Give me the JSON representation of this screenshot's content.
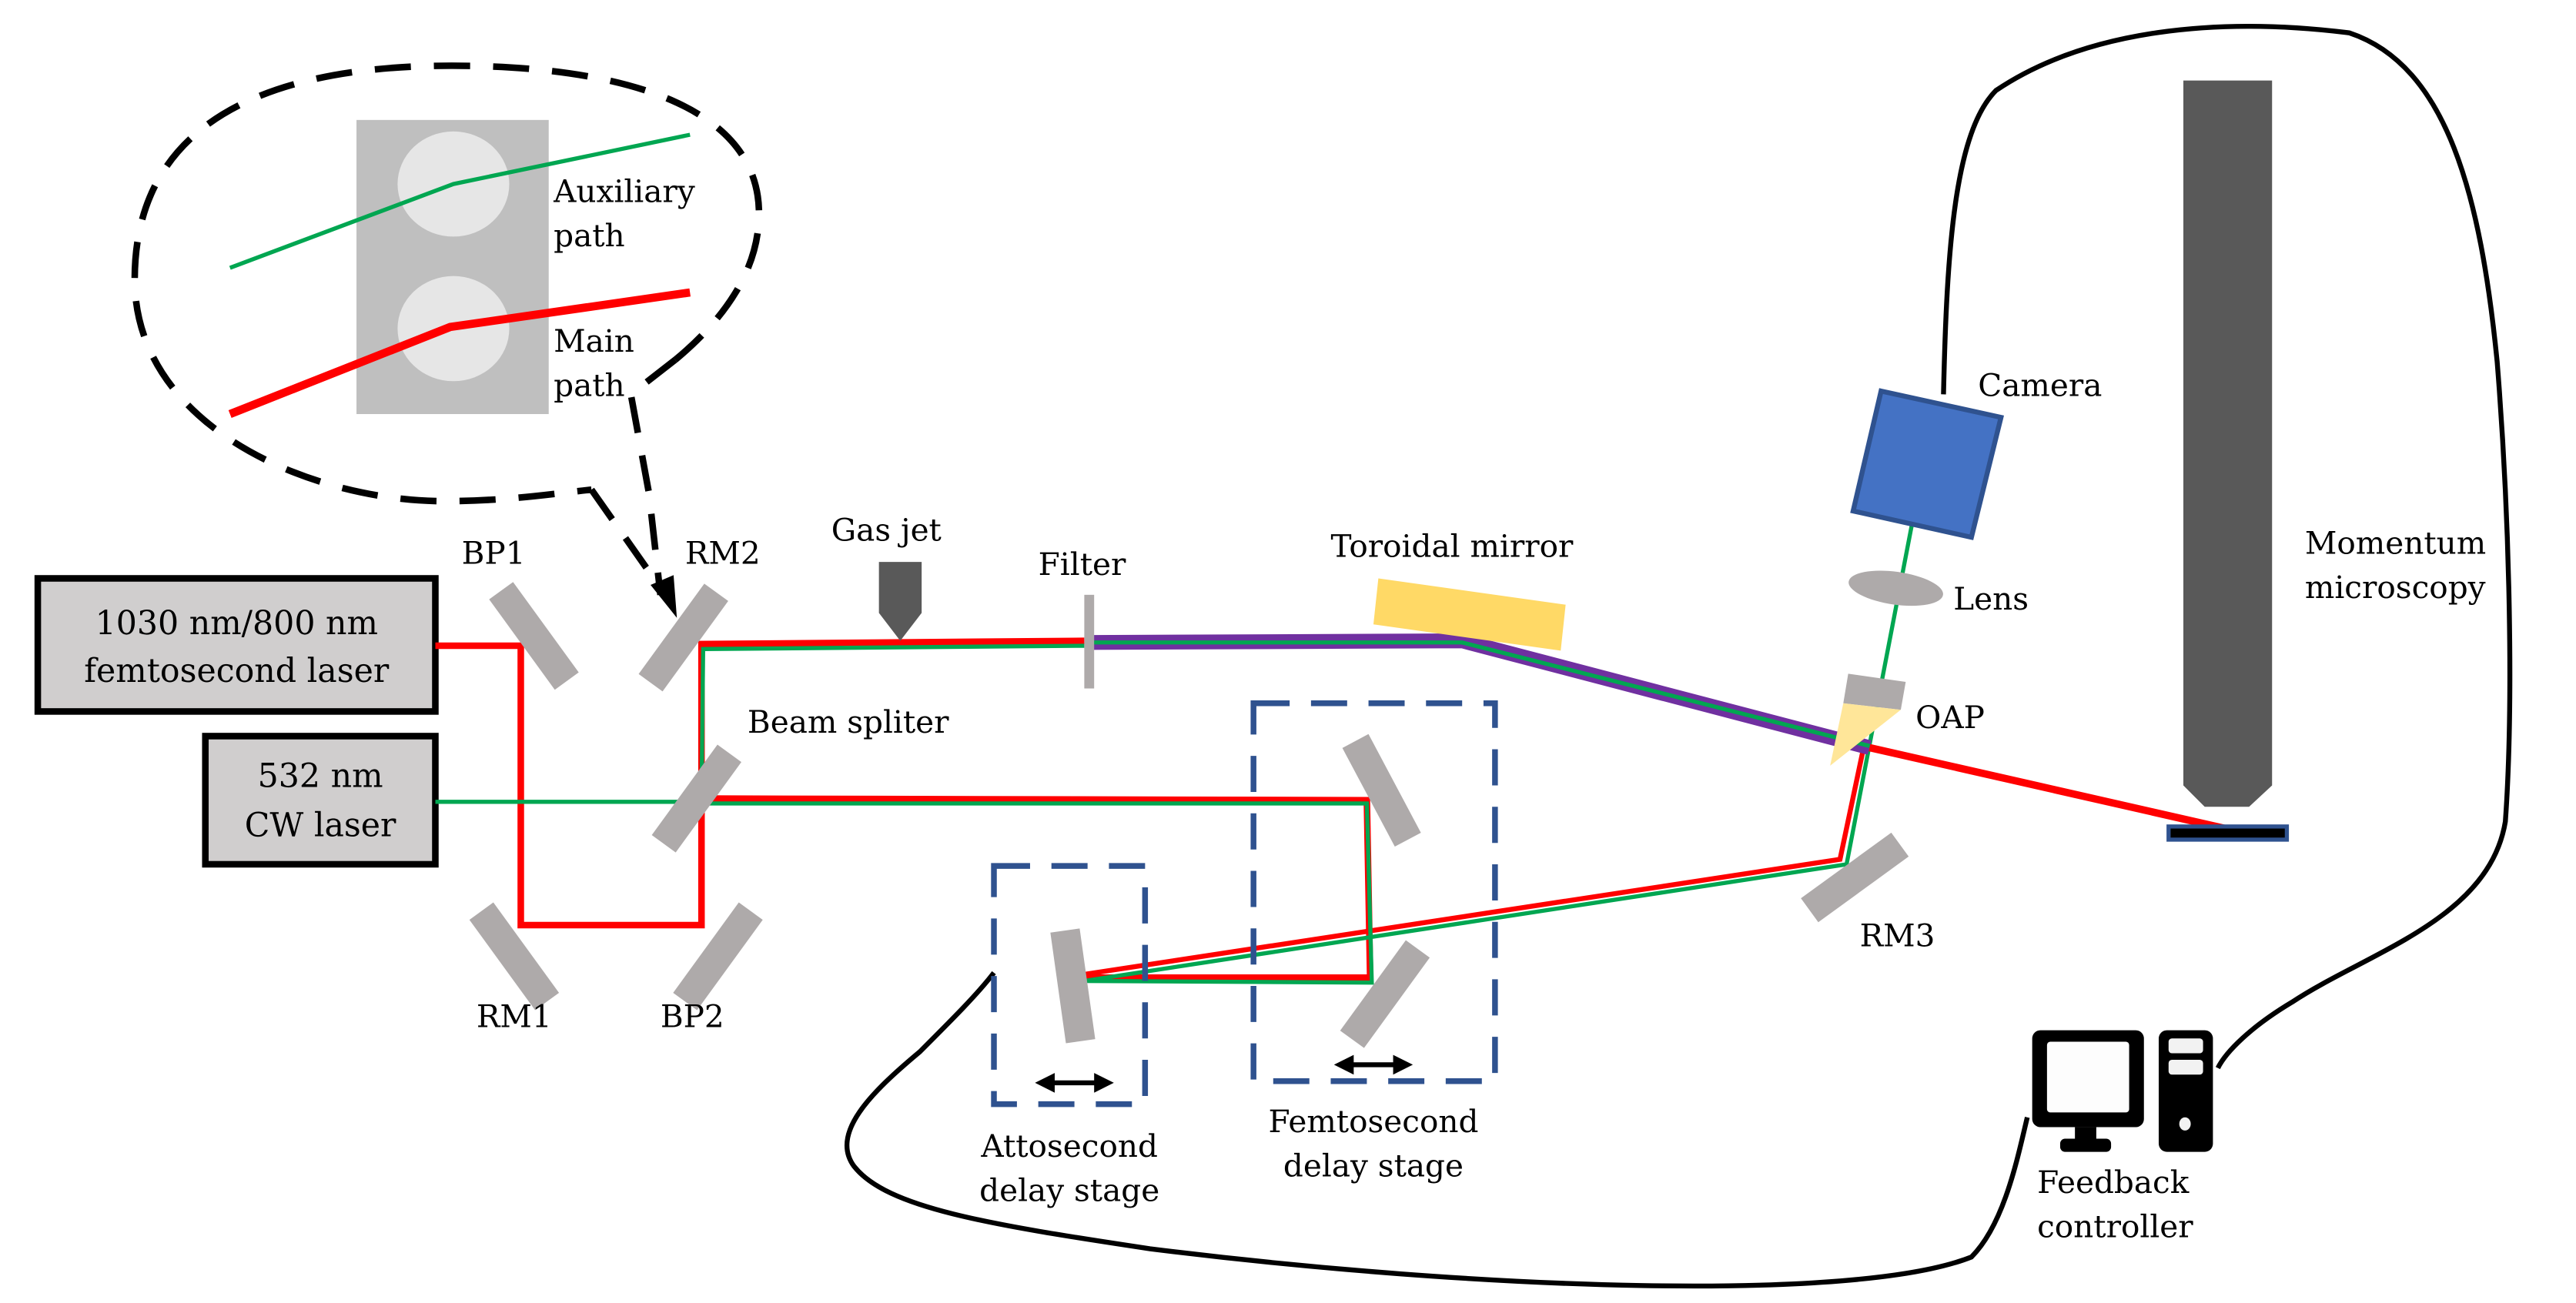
{
  "figure": {
    "title": "Experimental setup: attosecond pump-probe beamline with momentum microscopy and feedback-stabilized delay stages",
    "colors": {
      "main_beam": "#ff0000",
      "auxiliary_beam": "#00a651",
      "xuv_beam": "#7030a0",
      "mirror": "#aeaaaa",
      "laser_box": "#d0cece",
      "delay_stage_outline": "#2f528f",
      "camera": "#4472c4",
      "toroidal_mirror": "#ffd966",
      "microscope_column": "#595959"
    }
  },
  "inset": {
    "aux_label_line1": "Auxiliary",
    "aux_label_line2": "path",
    "main_label_line1": "Main",
    "main_label_line2": "path"
  },
  "sources": {
    "fs_laser_line1": "1030 nm/800 nm",
    "fs_laser_line2": "femtosecond laser",
    "cw_laser_line1": "532 nm",
    "cw_laser_line2": "CW laser"
  },
  "components": {
    "bp1": "BP1",
    "bp2": "BP2",
    "rm1": "RM1",
    "rm2": "RM2",
    "rm3": "RM3",
    "beam_splitter": "Beam spliter",
    "gas_jet": "Gas jet",
    "filter": "Filter",
    "toroidal_mirror": "Toroidal mirror",
    "camera": "Camera",
    "lens": "Lens",
    "oap": "OAP",
    "momentum_line1": "Momentum",
    "momentum_line2": "microscopy",
    "femto_stage_line1": "Femtosecond",
    "femto_stage_line2": "delay stage",
    "atto_stage_line1": "Attosecond",
    "atto_stage_line2": "delay stage",
    "feedback_line1": "Feedback",
    "feedback_line2": "controller"
  }
}
